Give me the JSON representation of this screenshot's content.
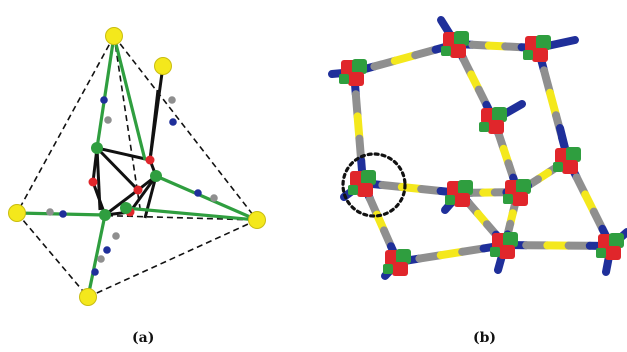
{
  "panels": [
    {
      "id": "a",
      "caption": "(a)"
    },
    {
      "id": "b",
      "caption": "(b)"
    }
  ],
  "colors": {
    "yellow": "#f4e81c",
    "green": "#2f9e3f",
    "red": "#e0262b",
    "blue": "#1f2f9a",
    "gray": "#8f8f8f",
    "black": "#111111",
    "dashed": "#111111"
  },
  "icons": {
    "highlight": "dotted-circle"
  }
}
